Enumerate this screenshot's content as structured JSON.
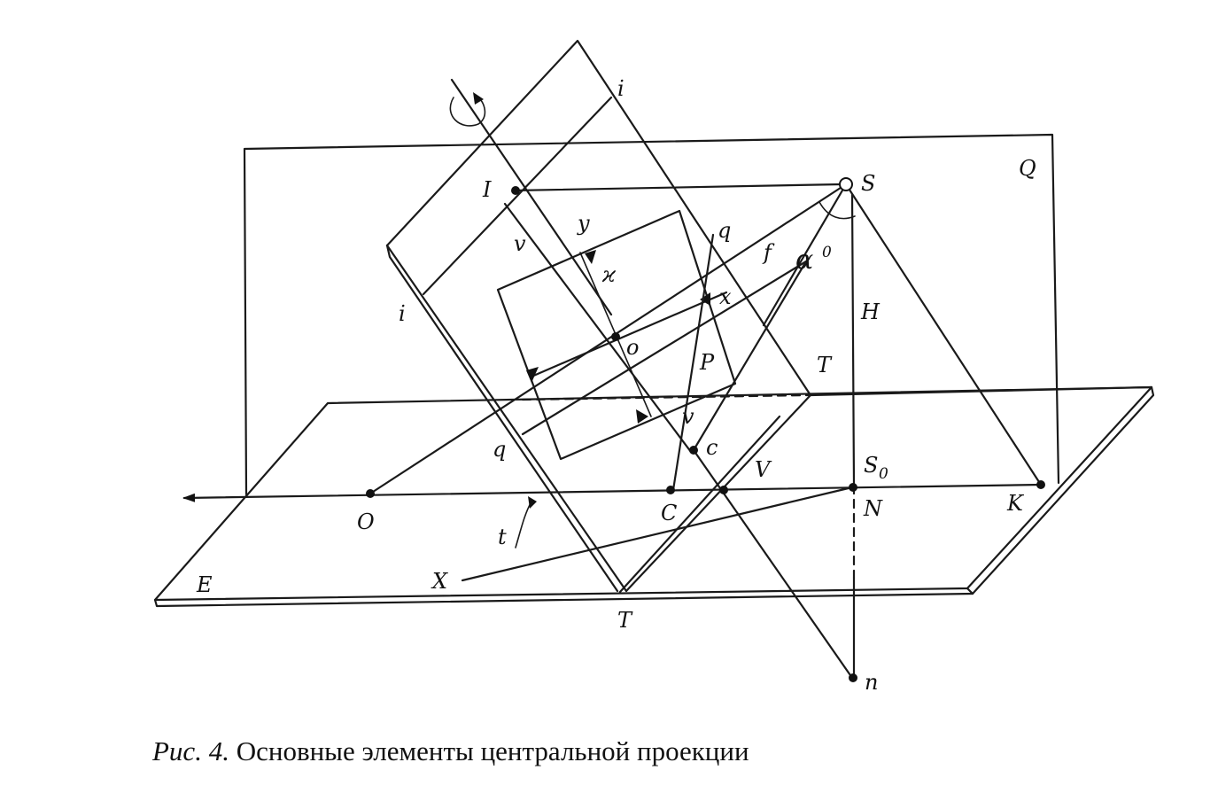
{
  "caption": {
    "prefix": "Рис. 4.",
    "text": "Основные элементы центральной проекции"
  },
  "labels": {
    "i_top": "i",
    "Q": "Q",
    "S": "S",
    "I": "I",
    "y": "y",
    "q_top": "q",
    "v_left": "v",
    "alpha": "α",
    "alpha_sub": "0",
    "f": "f",
    "kappa": "ϰ",
    "x": "x",
    "H": "H",
    "i_left": "i",
    "o": "o",
    "P": "P",
    "T_upper": "T",
    "v_lower": "v",
    "c_lower": "c",
    "q_bottom": "q",
    "V": "V",
    "S0": "S",
    "S0_sub": "0",
    "O": "O",
    "C": "C",
    "N": "N",
    "K": "K",
    "t": "t",
    "X": "X",
    "E": "E",
    "T_lower": "T",
    "n": "n"
  }
}
